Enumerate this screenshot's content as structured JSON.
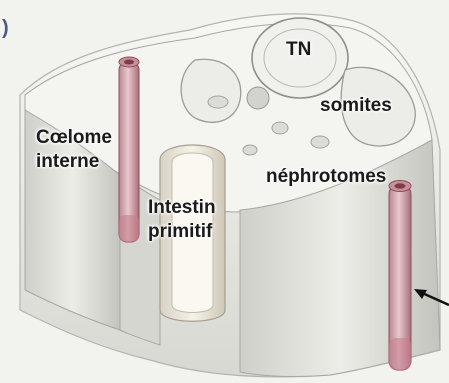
{
  "labels": {
    "tn": "TN",
    "somites": "somites",
    "coelome": [
      "Cœlome",
      "interne"
    ],
    "nephrotomes": "néphrotomes",
    "intestin": [
      "Intestin",
      "primitif"
    ],
    "corner_mark": ")"
  },
  "colors": {
    "background": "#f2f2ef",
    "tissue": "#eaeae6",
    "tissue_shadow": "#c9c9c3",
    "outline": "#9a9a94",
    "duct": "#d6a8ae",
    "duct_dark": "#8e4e5a",
    "arrow": "#111111"
  }
}
